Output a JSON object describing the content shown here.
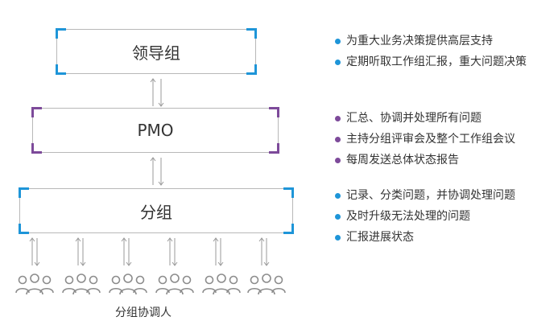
{
  "colors": {
    "blue": "#1e95d8",
    "purple": "#7d4a9a",
    "border": "#b8b8b8",
    "arrow": "#9a9a9a"
  },
  "levels": [
    {
      "title": "领导组",
      "bullets": [
        "为重大业务决策提供高层支持",
        "定期听取工作组汇报，重大问题决策"
      ]
    },
    {
      "title": "PMO",
      "bullets": [
        "汇总、协调并处理所有问题",
        "主持分组评审会及整个工作组会议",
        "每周发送总体状态报告"
      ]
    },
    {
      "title": "分组",
      "bullets": [
        "记录、分类问题，并协调处理问题",
        "及时升级无法处理的问题",
        "汇报进展状态"
      ]
    }
  ],
  "coordinators": {
    "icon": "people-group-icon",
    "count": 6,
    "caption": "分组协调人"
  }
}
